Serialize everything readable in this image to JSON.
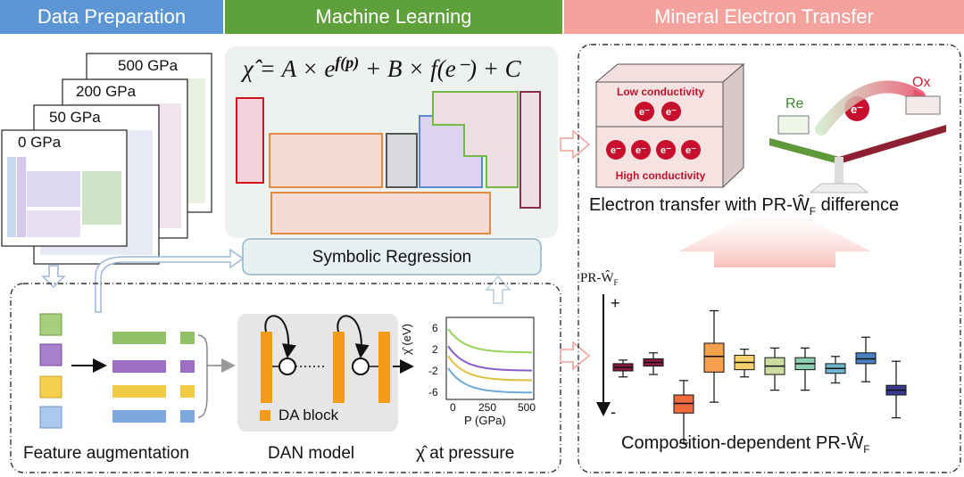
{
  "headers": {
    "data_preparation": "Data Preparation",
    "machine_learning": "Machine Learning",
    "mineral_electron_transfer": "Mineral Electron Transfer"
  },
  "colors": {
    "blue": "#5b95d3",
    "green": "#5ea03a",
    "salmon": "#f0a09a"
  },
  "pressure_tables": [
    "500 GPa",
    "200 GPa",
    "50 GPa",
    "0 GPa"
  ],
  "equation": "χ̂ = A × e^{f(p)} + B × f(e⁻) + C",
  "symbolic_regression": "Symbolic Regression",
  "feature_augmentation": "Feature augmentation",
  "dan_model": "DAN model",
  "da_block": "DA block",
  "chi_at_pressure": "χ̂ at pressure",
  "mini_chart": {
    "ylabel": "χ̂ (eV)",
    "xlabel": "P (GPa)",
    "y_ticks": [
      "6",
      "2",
      "-2",
      "-6"
    ],
    "x_ticks": [
      "0",
      "250",
      "500"
    ],
    "series_colors": [
      "#9ad15a",
      "#8a5cc8",
      "#e0c040",
      "#6fa8dc"
    ]
  },
  "conductivity": {
    "low": "Low conductivity",
    "high": "High conductivity",
    "electron": "e⁻"
  },
  "balance": {
    "re": "Re",
    "ox": "Ox",
    "electron": "e⁻"
  },
  "electron_transfer_caption": "Electron transfer with PR-Ŵ_F difference",
  "boxplot": {
    "ylabel": "PR-Ŵ_F",
    "plus": "+",
    "minus": "-",
    "caption": "Composition-dependent PR-Ŵ_F",
    "boxes": [
      {
        "color": "#8b1a3c",
        "q1": 0.4,
        "q3": 0.46,
        "med": 0.43,
        "min": 0.35,
        "max": 0.49
      },
      {
        "color": "#8b1a3c",
        "q1": 0.44,
        "q3": 0.5,
        "med": 0.47,
        "min": 0.37,
        "max": 0.55
      },
      {
        "color": "#ef6b3b",
        "q1": 0.05,
        "q3": 0.2,
        "med": 0.13,
        "min": -0.2,
        "max": 0.32
      },
      {
        "color": "#f5a04c",
        "q1": 0.39,
        "q3": 0.63,
        "med": 0.52,
        "min": 0.14,
        "max": 0.9
      },
      {
        "color": "#f5d26b",
        "q1": 0.41,
        "q3": 0.53,
        "med": 0.47,
        "min": 0.35,
        "max": 0.58
      },
      {
        "color": "#ccdca0",
        "q1": 0.37,
        "q3": 0.51,
        "med": 0.44,
        "min": 0.24,
        "max": 0.59
      },
      {
        "color": "#8fcfb0",
        "q1": 0.41,
        "q3": 0.51,
        "med": 0.46,
        "min": 0.24,
        "max": 0.59
      },
      {
        "color": "#6fb7cf",
        "q1": 0.38,
        "q3": 0.46,
        "med": 0.42,
        "min": 0.3,
        "max": 0.52
      },
      {
        "color": "#4a7fc0",
        "q1": 0.46,
        "q3": 0.55,
        "med": 0.5,
        "min": 0.31,
        "max": 0.68
      },
      {
        "color": "#3a3b8f",
        "q1": 0.2,
        "q3": 0.28,
        "med": 0.24,
        "min": 0.01,
        "max": 0.48
      }
    ]
  }
}
